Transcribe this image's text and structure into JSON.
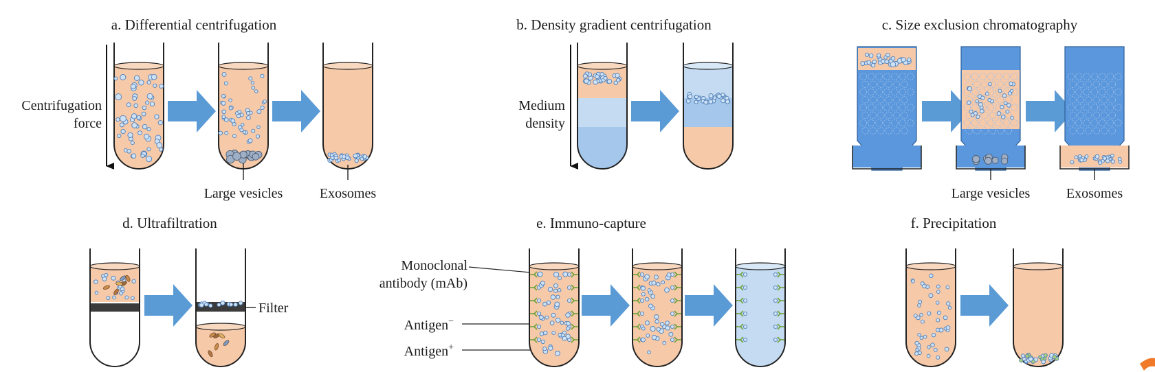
{
  "panels": {
    "a": {
      "title": "a. Differential centrifugation",
      "axis_label_line1": "Centrifugation",
      "axis_label_line2": "force",
      "callout_left": "Large vesicles",
      "callout_right": "Exosomes"
    },
    "b": {
      "title": "b. Density gradient centrifugation",
      "axis_label_line1": "Medium",
      "axis_label_line2": "density"
    },
    "c": {
      "title": "c. Size exclusion chromatography",
      "callout_left": "Large vesicles",
      "callout_right": "Exosomes"
    },
    "d": {
      "title": "d. Ultrafiltration",
      "filter_label": "Filter"
    },
    "e": {
      "title": "e. Immuno-capture",
      "mab_label_line1": "Monoclonal",
      "mab_label_line2": "antibody (mAb)",
      "antigen_neg": "Antigen",
      "antigen_neg_sup": "−",
      "antigen_pos": "Antigen",
      "antigen_pos_sup": "+"
    },
    "f": {
      "title": "f. Precipitation"
    }
  },
  "colors": {
    "sample": "#f6c9a8",
    "buffer_blue": "#5b97dc",
    "light_blue": "#c4dbf1",
    "mid_blue": "#a4c7eb",
    "arrow": "#5b9bd5",
    "vesicle_fill": "#cfe2f5",
    "vesicle_stroke": "#4f7fb8",
    "filter": "#3b3b3b",
    "antibody": "#6fa23a",
    "accent_orange": "#f07a2a"
  },
  "icons": {
    "step_arrow": "right-block-arrow",
    "force_arrow": "down-arrow"
  }
}
